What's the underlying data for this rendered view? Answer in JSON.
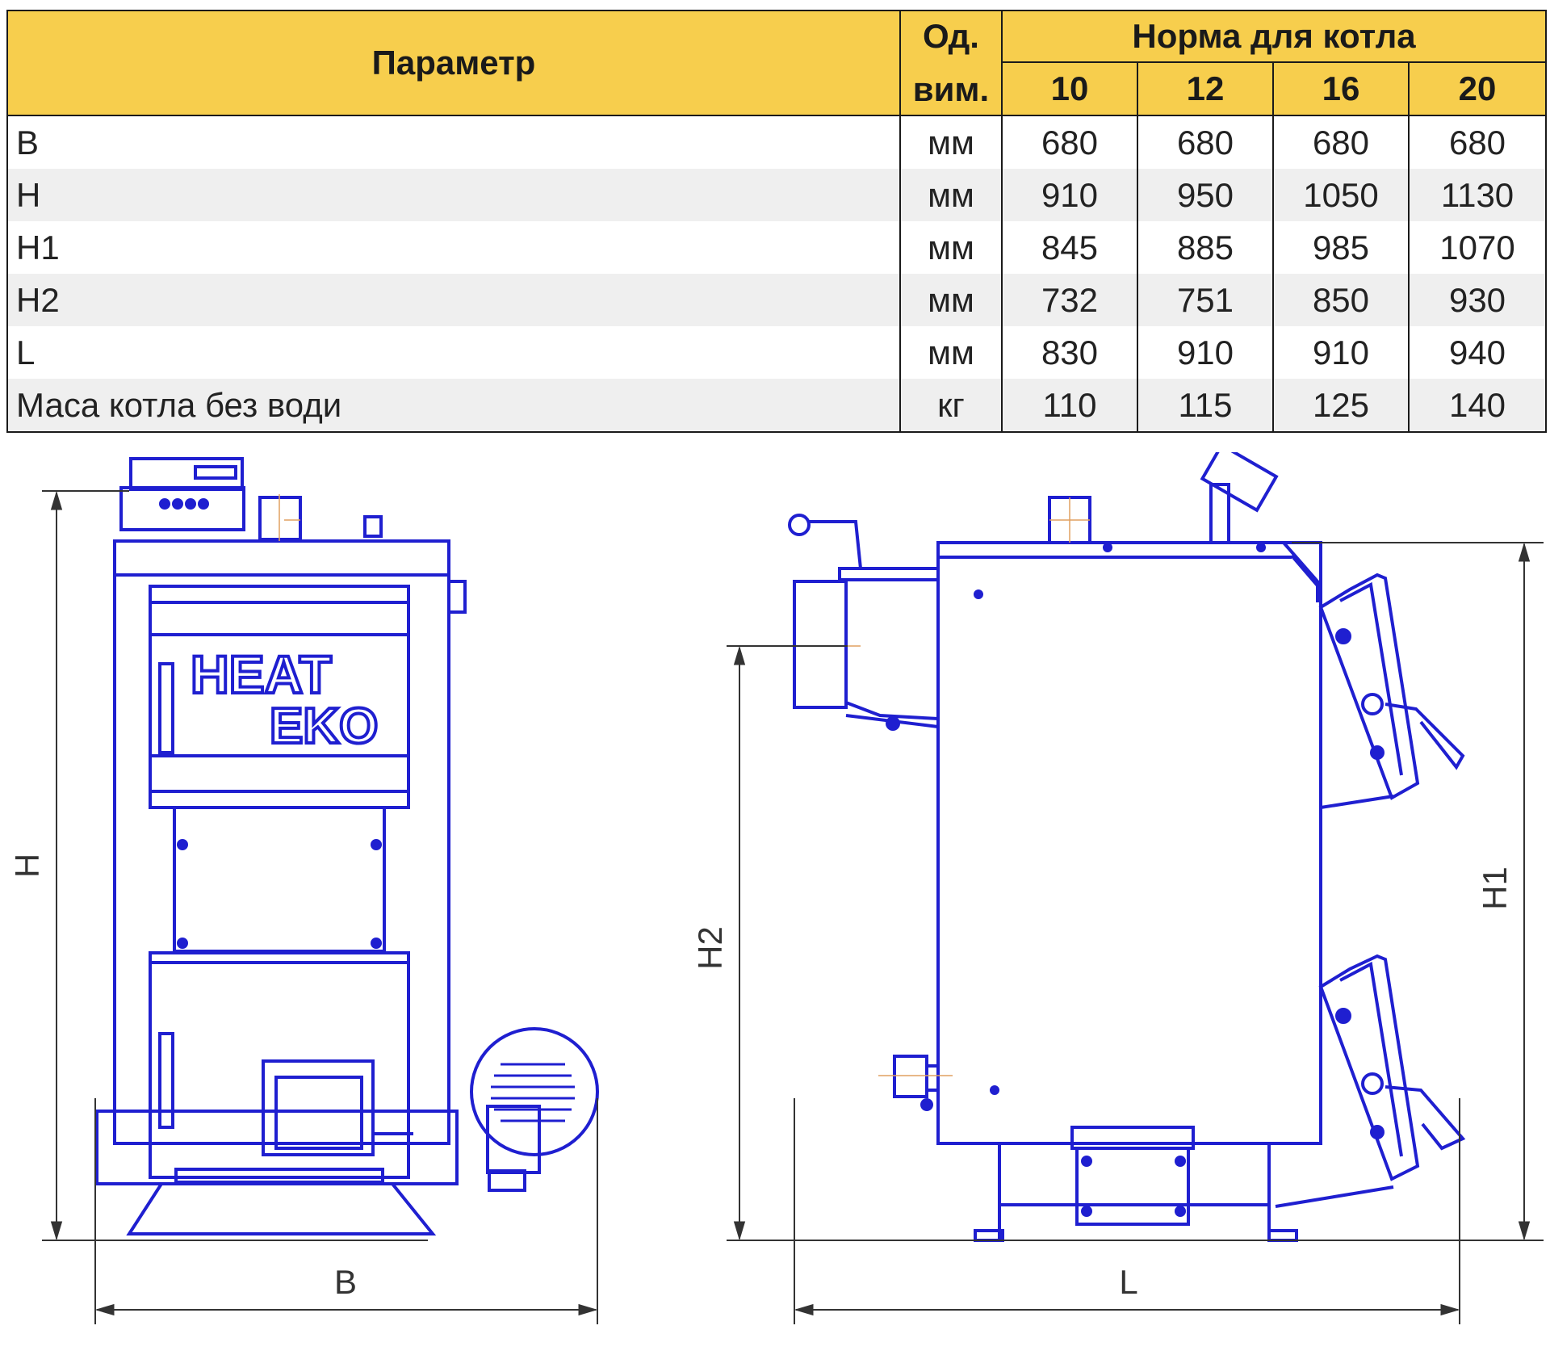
{
  "table": {
    "header": {
      "param": "Параметр",
      "unit_line1": "Од.",
      "unit_line2": "вим.",
      "norm": "Норма для котла",
      "models": [
        "10",
        "12",
        "16",
        "20"
      ]
    },
    "rows": [
      {
        "param": "B",
        "unit": "мм",
        "values": [
          "680",
          "680",
          "680",
          "680"
        ]
      },
      {
        "param": "H",
        "unit": "мм",
        "values": [
          "910",
          "950",
          "1050",
          "1130"
        ]
      },
      {
        "param": "H1",
        "unit": "мм",
        "values": [
          "845",
          "885",
          "985",
          "1070"
        ]
      },
      {
        "param": "H2",
        "unit": "мм",
        "values": [
          "732",
          "751",
          "850",
          "930"
        ]
      },
      {
        "param": "L",
        "unit": "мм",
        "values": [
          "830",
          "910",
          "910",
          "940"
        ]
      },
      {
        "param": "Маса котла без води",
        "unit": "кг",
        "values": [
          "110",
          "115",
          "125",
          "140"
        ]
      }
    ]
  },
  "drawing": {
    "logo_line1": "HEAT",
    "logo_line2": "EKO",
    "dim_labels": {
      "H": "H",
      "B": "B",
      "H2": "H2",
      "H1": "H1",
      "L": "L"
    }
  },
  "colors": {
    "header_bg": "#f7ce4d",
    "row_alt": "#efefef",
    "line_blue": "#1f1fd0",
    "dim_line": "#333333"
  }
}
